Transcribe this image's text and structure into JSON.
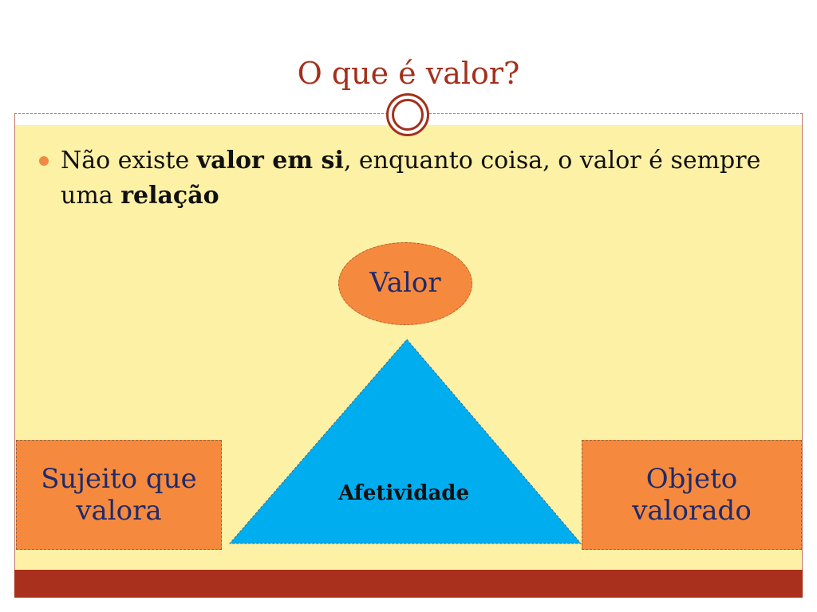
{
  "slide": {
    "title": "O que é valor?",
    "bullet": {
      "part1": "Não existe ",
      "bold1": "valor em si",
      "part2": ", enquanto coisa, o valor é sempre uma ",
      "bold2": "relação"
    },
    "diagram": {
      "top": "Valor",
      "center": "Afetividade",
      "left_line1": "Sujeito que",
      "left_line2": "valora",
      "right_line1": "Objeto",
      "right_line2": "valorado"
    }
  },
  "colors": {
    "title": "#a3301c",
    "content_background": "#fdf1a6",
    "accent_orange": "#f58a3e",
    "triangle_blue": "#00adef",
    "footer": "#a8301c",
    "label_navy": "#1f2a6b"
  }
}
